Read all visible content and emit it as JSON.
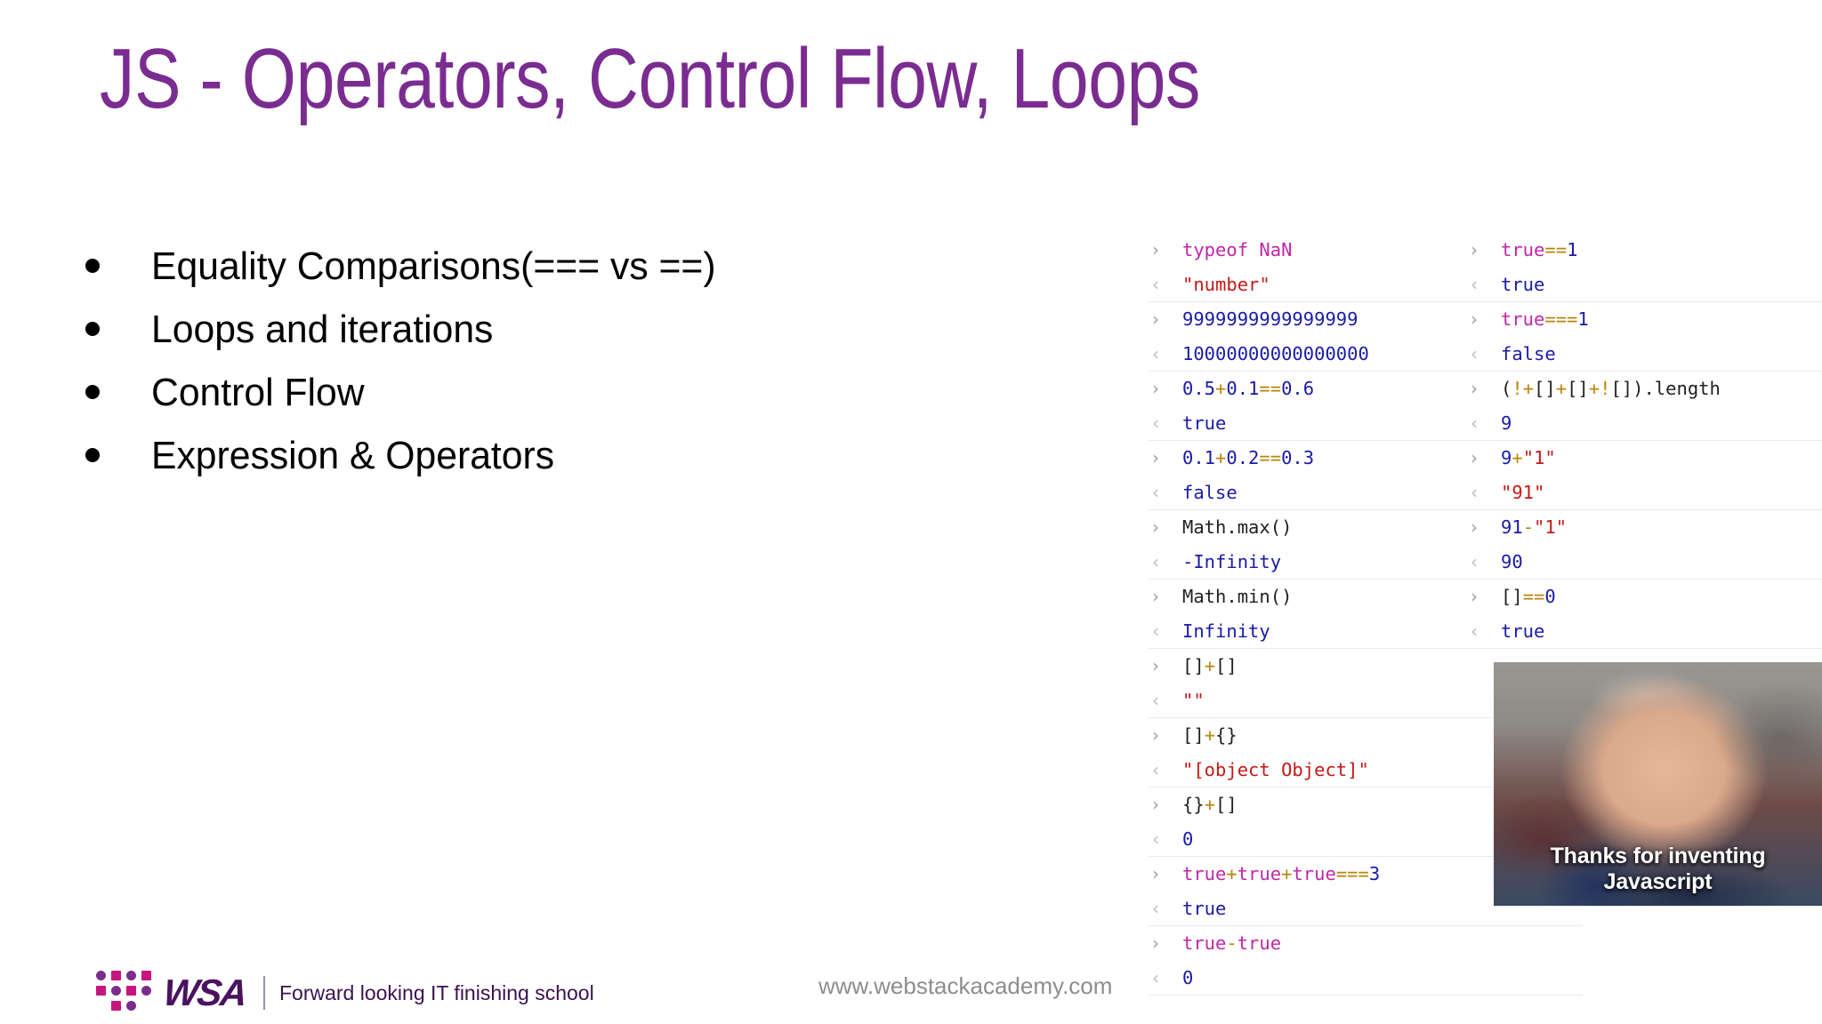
{
  "slide": {
    "title": "JS - Operators, Control Flow, Loops",
    "title_color": "#7a2c91",
    "background": "#ffffff"
  },
  "bullets": [
    {
      "text": "Equality Comparisons(=== vs ==)"
    },
    {
      "text": "Loops and iterations"
    },
    {
      "text": "Control Flow"
    },
    {
      "text": "Expression & Operators"
    }
  ],
  "console": {
    "input_marker": "›",
    "output_marker": "‹",
    "left_column": [
      {
        "input": "typeof NaN",
        "input_tokens": [
          {
            "t": "typeof ",
            "c": "t-kw"
          },
          {
            "t": "NaN",
            "c": "t-kw"
          }
        ],
        "output": "\"number\"",
        "output_class": "t-str"
      },
      {
        "input": "9999999999999999",
        "input_tokens": [
          {
            "t": "9999999999999999",
            "c": "t-num"
          }
        ],
        "output": "10000000000000000",
        "output_class": "t-num"
      },
      {
        "input": "0.5+0.1==0.6",
        "input_tokens": [
          {
            "t": "0.5",
            "c": "t-num"
          },
          {
            "t": "+",
            "c": "t-op"
          },
          {
            "t": "0.1",
            "c": "t-num"
          },
          {
            "t": "==",
            "c": "t-op"
          },
          {
            "t": "0.6",
            "c": "t-num"
          }
        ],
        "output": "true",
        "output_class": "t-bool"
      },
      {
        "input": "0.1+0.2==0.3",
        "input_tokens": [
          {
            "t": "0.1",
            "c": "t-num"
          },
          {
            "t": "+",
            "c": "t-op"
          },
          {
            "t": "0.2",
            "c": "t-num"
          },
          {
            "t": "==",
            "c": "t-op"
          },
          {
            "t": "0.3",
            "c": "t-num"
          }
        ],
        "output": "false",
        "output_class": "t-bool"
      },
      {
        "input": "Math.max()",
        "input_tokens": [
          {
            "t": "Math.max()",
            "c": "t-plain"
          }
        ],
        "output": "-Infinity",
        "output_class": "t-num"
      },
      {
        "input": "Math.min()",
        "input_tokens": [
          {
            "t": "Math.min()",
            "c": "t-plain"
          }
        ],
        "output": "Infinity",
        "output_class": "t-num"
      },
      {
        "input": "[]+[]",
        "input_tokens": [
          {
            "t": "[]",
            "c": "t-plain"
          },
          {
            "t": "+",
            "c": "t-op"
          },
          {
            "t": "[]",
            "c": "t-plain"
          }
        ],
        "output": "\"\"",
        "output_class": "t-str"
      },
      {
        "input": "[]+{}",
        "input_tokens": [
          {
            "t": "[]",
            "c": "t-plain"
          },
          {
            "t": "+",
            "c": "t-op"
          },
          {
            "t": "{}",
            "c": "t-plain"
          }
        ],
        "output": "\"[object Object]\"",
        "output_class": "t-str"
      },
      {
        "input": "{}+[]",
        "input_tokens": [
          {
            "t": "{}",
            "c": "t-plain"
          },
          {
            "t": "+",
            "c": "t-op"
          },
          {
            "t": "[]",
            "c": "t-plain"
          }
        ],
        "output": "0",
        "output_class": "t-num"
      },
      {
        "input": "true+true+true===3",
        "input_tokens": [
          {
            "t": "true",
            "c": "t-kw"
          },
          {
            "t": "+",
            "c": "t-op"
          },
          {
            "t": "true",
            "c": "t-kw"
          },
          {
            "t": "+",
            "c": "t-op"
          },
          {
            "t": "true",
            "c": "t-kw"
          },
          {
            "t": "===",
            "c": "t-op"
          },
          {
            "t": "3",
            "c": "t-num"
          }
        ],
        "output": "true",
        "output_class": "t-bool"
      },
      {
        "input": "true-true",
        "input_tokens": [
          {
            "t": "true",
            "c": "t-kw"
          },
          {
            "t": "-",
            "c": "t-op"
          },
          {
            "t": "true",
            "c": "t-kw"
          }
        ],
        "output": "0",
        "output_class": "t-num"
      }
    ],
    "right_column": [
      {
        "input": "true==1",
        "input_tokens": [
          {
            "t": "true",
            "c": "t-kw"
          },
          {
            "t": "==",
            "c": "t-op"
          },
          {
            "t": "1",
            "c": "t-num"
          }
        ],
        "output": "true",
        "output_class": "t-bool"
      },
      {
        "input": "true===1",
        "input_tokens": [
          {
            "t": "true",
            "c": "t-kw"
          },
          {
            "t": "===",
            "c": "t-op"
          },
          {
            "t": "1",
            "c": "t-num"
          }
        ],
        "output": "false",
        "output_class": "t-bool"
      },
      {
        "input": "(!+[]+[]+![]).length",
        "input_tokens": [
          {
            "t": "(",
            "c": "t-plain"
          },
          {
            "t": "!",
            "c": "t-op"
          },
          {
            "t": "+",
            "c": "t-op"
          },
          {
            "t": "[]",
            "c": "t-plain"
          },
          {
            "t": "+",
            "c": "t-op"
          },
          {
            "t": "[]",
            "c": "t-plain"
          },
          {
            "t": "+",
            "c": "t-op"
          },
          {
            "t": "!",
            "c": "t-op"
          },
          {
            "t": "[]",
            "c": "t-plain"
          },
          {
            "t": ").length",
            "c": "t-plain"
          }
        ],
        "output": "9",
        "output_class": "t-num"
      },
      {
        "input": "9+\"1\"",
        "input_tokens": [
          {
            "t": "9",
            "c": "t-num"
          },
          {
            "t": "+",
            "c": "t-op"
          },
          {
            "t": "\"1\"",
            "c": "t-str"
          }
        ],
        "output": "\"91\"",
        "output_class": "t-str"
      },
      {
        "input": "91-\"1\"",
        "input_tokens": [
          {
            "t": "91",
            "c": "t-num"
          },
          {
            "t": "-",
            "c": "t-op"
          },
          {
            "t": "\"1\"",
            "c": "t-str"
          }
        ],
        "output": "90",
        "output_class": "t-num"
      },
      {
        "input": "[]==0",
        "input_tokens": [
          {
            "t": "[]",
            "c": "t-plain"
          },
          {
            "t": "==",
            "c": "t-op"
          },
          {
            "t": "0",
            "c": "t-num"
          }
        ],
        "output": "true",
        "output_class": "t-bool"
      }
    ]
  },
  "meme": {
    "caption": "Thanks for inventing Javascript"
  },
  "footer": {
    "url": "www.webstackacademy.com",
    "logo_word": "WSA",
    "logo_tagline": "Forward looking IT finishing school",
    "logo_colors": {
      "magenta": "#c9157e",
      "purple": "#7b2d8e",
      "wordmark": "#4b1260"
    },
    "logo_pattern": [
      [
        "ci",
        "sq",
        "ci",
        "sq"
      ],
      [
        "sq",
        "ci",
        "sq",
        "ci"
      ],
      [
        "",
        "sq",
        "ci",
        ""
      ]
    ]
  }
}
